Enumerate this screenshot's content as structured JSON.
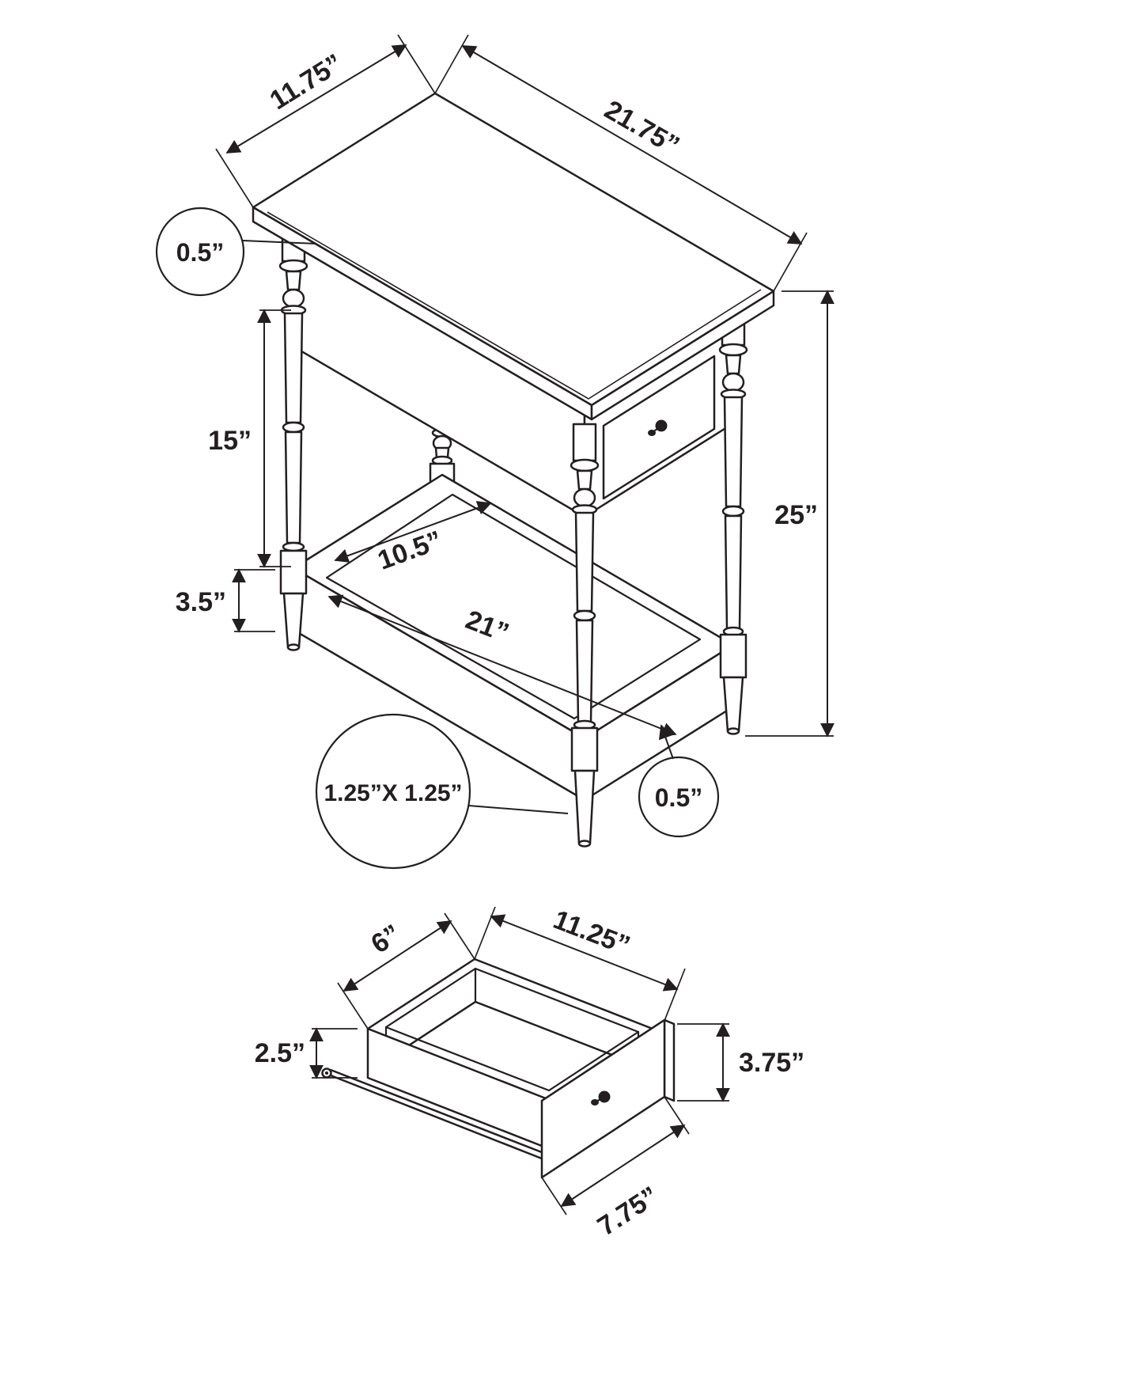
{
  "diagram": {
    "type": "furniture-dimension-diagram",
    "product": "accent side table with drawer and lower shelf",
    "line_color": "#231f20",
    "background": "#ffffff",
    "main": {
      "top_depth": "11.75”",
      "top_length": "21.75”",
      "top_thickness": "0.5”",
      "upper_leg_height": "15”",
      "overall_height": "25”",
      "shelf_depth": "10.5”",
      "shelf_length": "21”",
      "shelf_frame_height": "3.5”",
      "leg_section": "1.25”X 1.25”",
      "shelf_thickness": "0.5”"
    },
    "drawer": {
      "inner_depth": "6”",
      "inner_width": "11.25”",
      "box_height": "2.5”",
      "front_height": "3.75”",
      "front_width": "7.75”"
    }
  }
}
